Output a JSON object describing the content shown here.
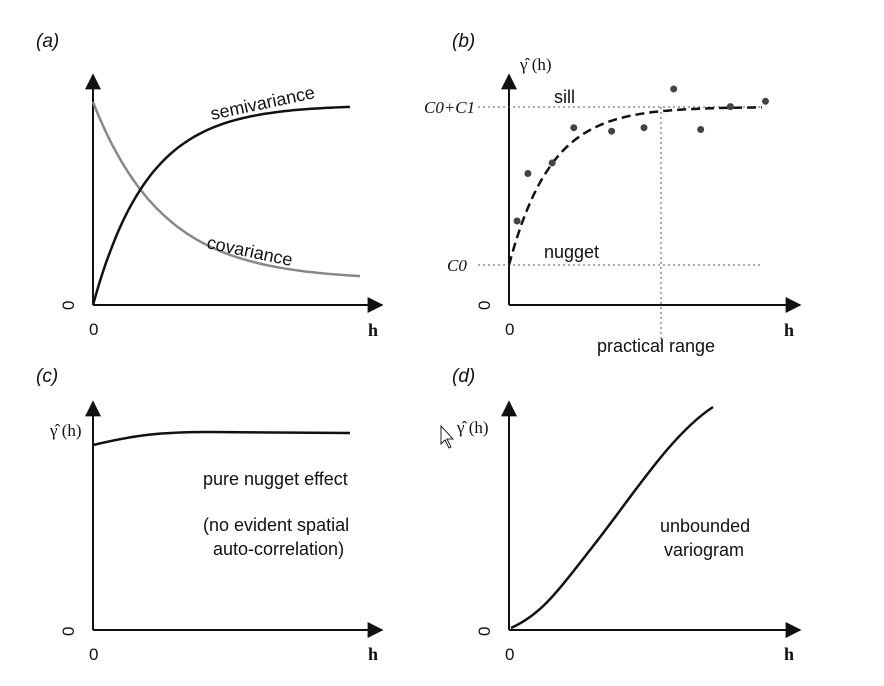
{
  "panels": {
    "a": {
      "label": "(a)",
      "x_tick": "0",
      "y_tick": "0",
      "x_axis": "h",
      "curves": {
        "semivariance": "semivariance",
        "covariance": "covariance"
      }
    },
    "b": {
      "label": "(b)",
      "y_axis": "γ̂ (h)",
      "x_tick": "0",
      "y_tick": "0",
      "x_axis": "h",
      "sill_level": "C0+C1",
      "nugget_level": "C0",
      "sill": "sill",
      "nugget": "nugget",
      "practical_range": "practical range",
      "points": [
        {
          "h": 0.03,
          "g": 0.25
        },
        {
          "h": 0.07,
          "g": 0.52
        },
        {
          "h": 0.16,
          "g": 0.58
        },
        {
          "h": 0.24,
          "g": 0.78
        },
        {
          "h": 0.38,
          "g": 0.76
        },
        {
          "h": 0.5,
          "g": 0.78
        },
        {
          "h": 0.61,
          "g": 1.0
        },
        {
          "h": 0.71,
          "g": 0.77
        },
        {
          "h": 0.82,
          "g": 0.9
        },
        {
          "h": 0.95,
          "g": 0.93
        }
      ]
    },
    "c": {
      "label": "(c)",
      "y_axis": "γ̂ (h)",
      "x_tick": "0",
      "y_tick": "0",
      "x_axis": "h",
      "caption_1": "pure nugget effect",
      "caption_2": "(no evident spatial",
      "caption_3": "auto-correlation)"
    },
    "d": {
      "label": "(d)",
      "y_axis": "γ̂ (h)",
      "x_tick": "0",
      "y_tick": "0",
      "x_axis": "h",
      "caption_1": "unbounded",
      "caption_2": "variogram"
    }
  },
  "colors": {
    "axis": "#111111",
    "semivariance": "#111111",
    "covariance": "#888888",
    "points": "#444444"
  }
}
